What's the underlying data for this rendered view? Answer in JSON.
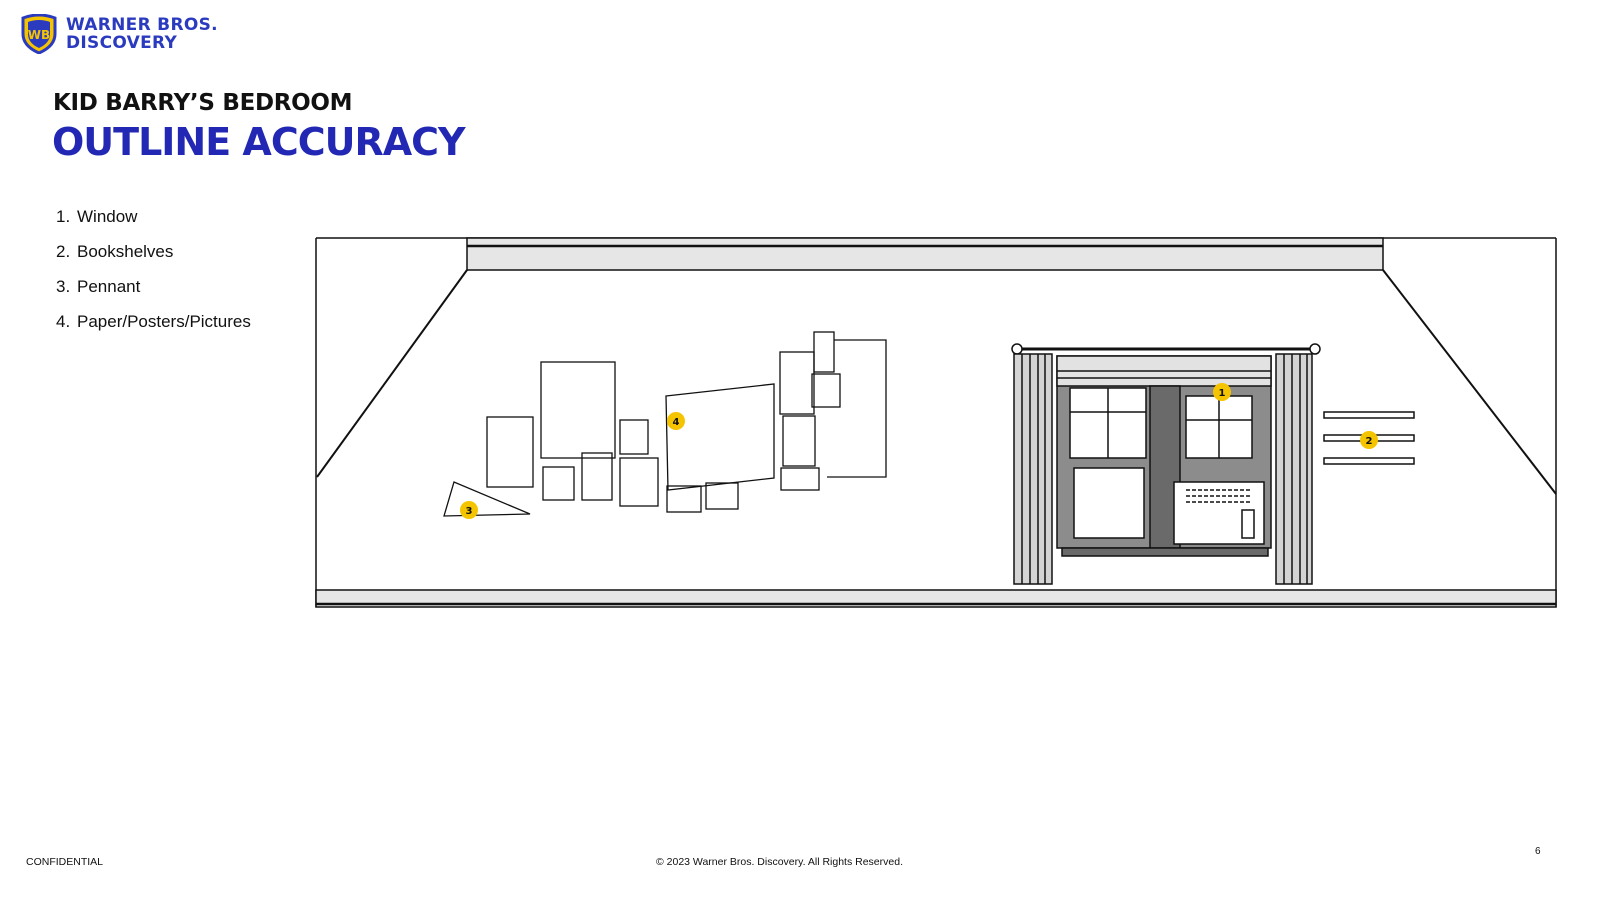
{
  "brand": {
    "line1": "WARNER BROS.",
    "line2": "DISCOVERY",
    "shield_text": "WB"
  },
  "header": {
    "subtitle": "KID BARRY’S BEDROOM",
    "title": "OUTLINE ACCURACY"
  },
  "legend": [
    {
      "num": "1.",
      "label": "Window"
    },
    {
      "num": "2.",
      "label": "Bookshelves"
    },
    {
      "num": "3.",
      "label": "Pennant"
    },
    {
      "num": "4.",
      "label": "Paper/Posters/Pictures"
    }
  ],
  "markers": [
    "1",
    "2",
    "3",
    "4"
  ],
  "footer": {
    "confidential": "CONFIDENTIAL",
    "copyright": "© 2023  Warner Bros. Discovery. All Rights Reserved.",
    "page": "6"
  },
  "colors": {
    "brand_blue": "#2228b4",
    "marker_yellow": "#f5c400"
  }
}
